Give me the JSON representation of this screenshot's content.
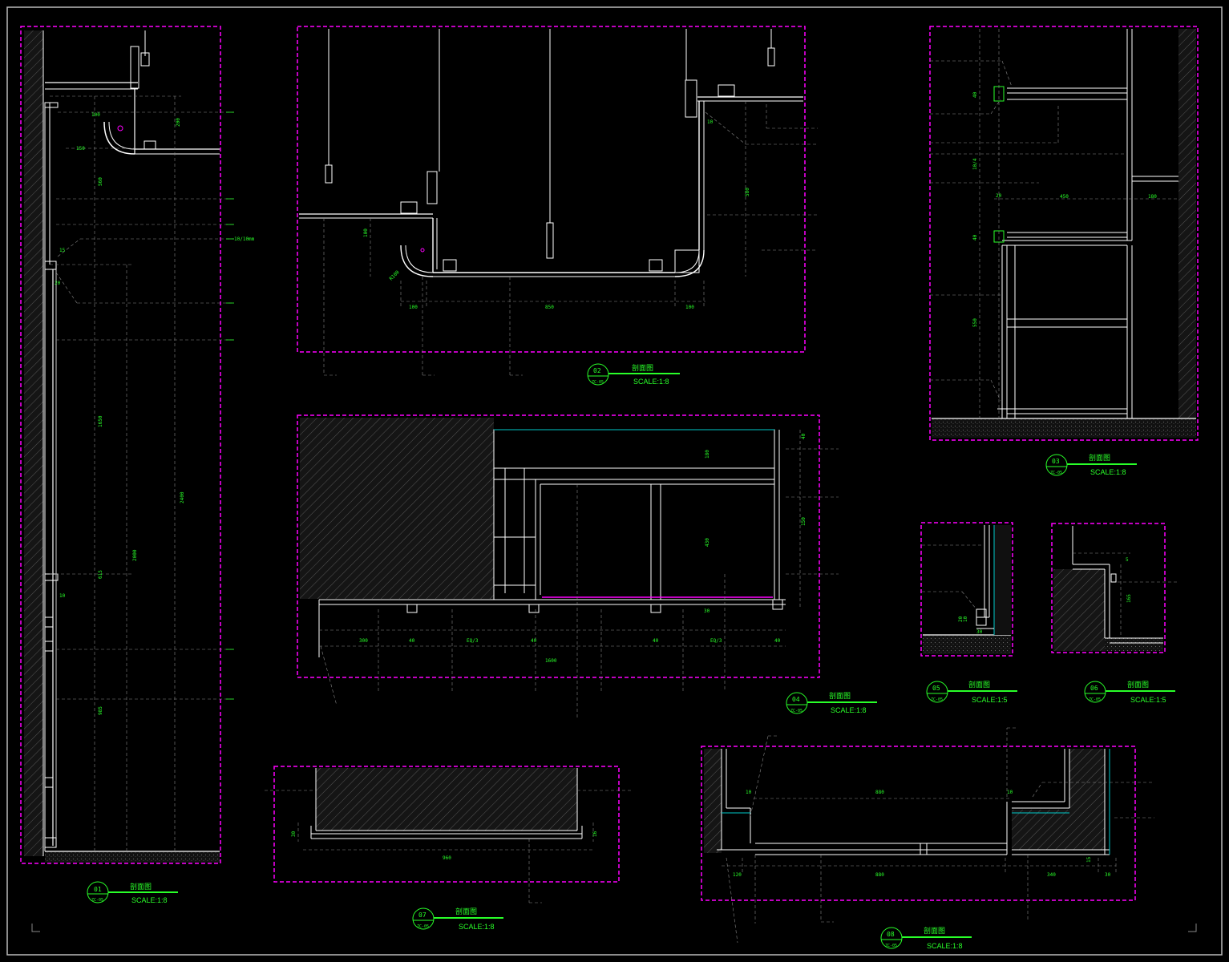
{
  "colors": {
    "background": "#000000",
    "frame": "#ff00ff",
    "annotation": "#29ff29",
    "structure": "#ffffff",
    "hatch": "#555555",
    "glass": "#00c8c8"
  },
  "details": {
    "d01": {
      "number": "01",
      "sheet": "ZC-05",
      "title": "剖面图",
      "scale": "SCALE:1:8",
      "dims": {
        "a": "100",
        "b": "150",
        "c": "200",
        "d": "20",
        "e": "10",
        "f": "15",
        "g": "1650",
        "h": "2400",
        "i": "2000",
        "j": "615",
        "k": "985",
        "l": "560",
        "m": "10/10mm"
      }
    },
    "d02": {
      "number": "02",
      "sheet": "ZC-05",
      "title": "剖面图",
      "scale": "SCALE:1:8",
      "dims": {
        "a": "100",
        "b": "850",
        "c": "100",
        "d": "580",
        "e": "100",
        "f": "10",
        "g": "R100"
      }
    },
    "d03": {
      "number": "03",
      "sheet": "ZC-05",
      "title": "剖面图",
      "scale": "SCALE:1:8",
      "dims": {
        "a": "40",
        "b": "450",
        "c": "180",
        "d": "20",
        "e": "40",
        "f": "550",
        "g": "10/4"
      }
    },
    "d04": {
      "number": "04",
      "sheet": "ZC-05",
      "title": "剖面图",
      "scale": "SCALE:1:8",
      "dims": {
        "a": "300",
        "b": "40",
        "c": "EQ/3",
        "d": "40",
        "e": "40",
        "f": "EQ/3",
        "g": "40",
        "h": "1600",
        "i": "180",
        "j": "430",
        "k": "150",
        "l": "40",
        "m": "30"
      }
    },
    "d05": {
      "number": "05",
      "sheet": "ZC-05",
      "title": "剖面图",
      "scale": "SCALE:1:5",
      "dims": {
        "a": "30",
        "b": "10",
        "c": "20"
      }
    },
    "d06": {
      "number": "06",
      "sheet": "ZC-05",
      "title": "剖面图",
      "scale": "SCALE:1:5",
      "dims": {
        "a": "165",
        "b": "5"
      }
    },
    "d07": {
      "number": "07",
      "sheet": "ZC-05",
      "title": "剖面图",
      "scale": "SCALE:1:8",
      "dims": {
        "a": "960",
        "b": "30",
        "c": "16"
      }
    },
    "d08": {
      "number": "08",
      "sheet": "ZC-05",
      "title": "剖面图",
      "scale": "SCALE:1:8",
      "dims": {
        "a": "880",
        "b": "880",
        "c": "120",
        "d": "340",
        "e": "30",
        "f": "10",
        "g": "10",
        "h": "15"
      }
    }
  }
}
